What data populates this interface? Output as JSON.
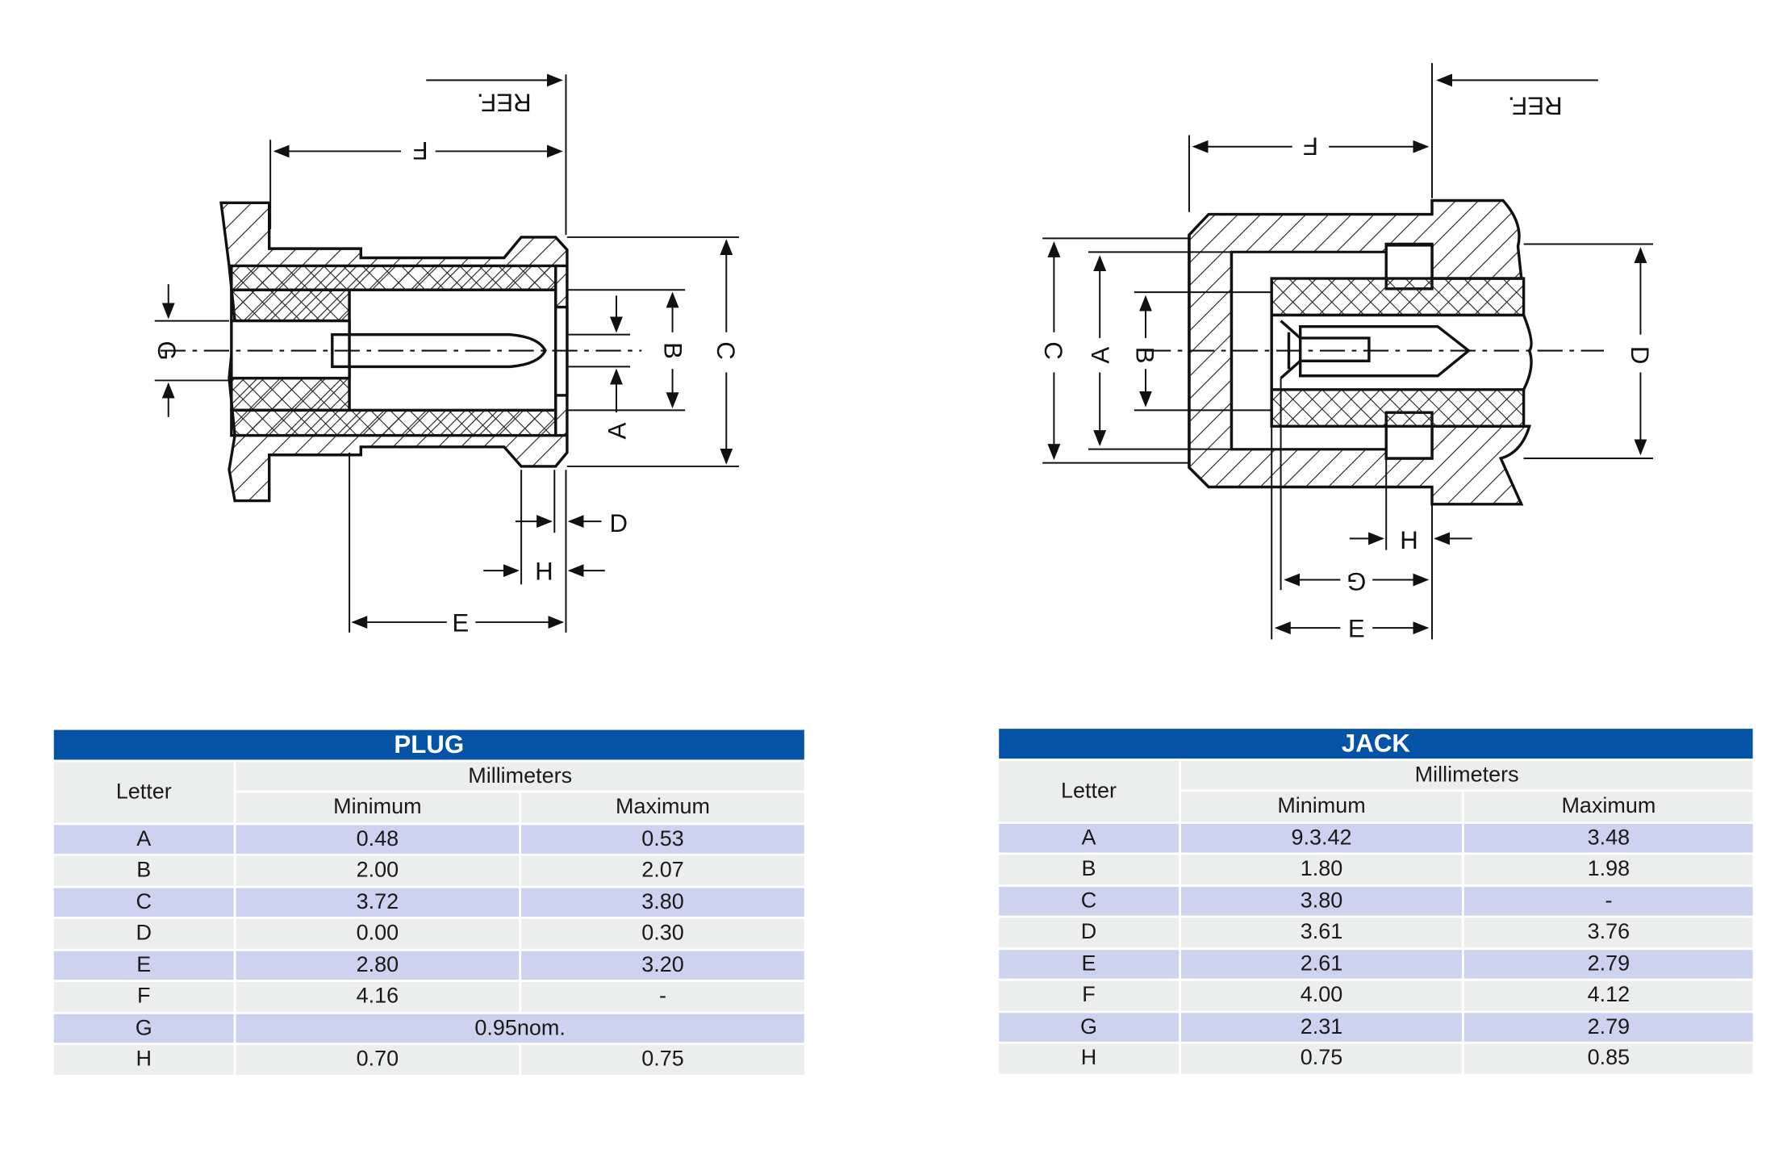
{
  "plug_drawing": {
    "labels": {
      "ref": "REF.",
      "f": "F",
      "g": "G",
      "b": "B",
      "c": "C",
      "a": "A",
      "d": "D",
      "h": "H",
      "e": "E"
    }
  },
  "jack_drawing": {
    "labels": {
      "ref": "REF.",
      "f": "F",
      "c": "C",
      "a": "A",
      "b": "B",
      "d": "D",
      "h": "H",
      "g": "G",
      "e": "E"
    }
  },
  "plug_table": {
    "title": "PLUG",
    "headers": {
      "letter": "Letter",
      "units": "Millimeters",
      "min": "Minimum",
      "max": "Maximum"
    },
    "rows": [
      {
        "letter": "A",
        "min": "0.48",
        "max": "0.53"
      },
      {
        "letter": "B",
        "min": "2.00",
        "max": "2.07"
      },
      {
        "letter": "C",
        "min": "3.72",
        "max": "3.80"
      },
      {
        "letter": "D",
        "min": "0.00",
        "max": "0.30"
      },
      {
        "letter": "E",
        "min": "2.80",
        "max": "3.20"
      },
      {
        "letter": "F",
        "min": "4.16",
        "max": "-"
      },
      {
        "letter": "G",
        "nominal": "0.95nom."
      },
      {
        "letter": "H",
        "min": "0.70",
        "max": "0.75"
      }
    ]
  },
  "jack_table": {
    "title": "JACK",
    "headers": {
      "letter": "Letter",
      "units": "Millimeters",
      "min": "Minimum",
      "max": "Maximum"
    },
    "rows": [
      {
        "letter": "A",
        "min": "9.3.42",
        "max": "3.48"
      },
      {
        "letter": "B",
        "min": "1.80",
        "max": "1.98"
      },
      {
        "letter": "C",
        "min": "3.80",
        "max": "-"
      },
      {
        "letter": "D",
        "min": "3.61",
        "max": "3.76"
      },
      {
        "letter": "E",
        "min": "2.61",
        "max": "2.79"
      },
      {
        "letter": "F",
        "min": "4.00",
        "max": "4.12"
      },
      {
        "letter": "G",
        "min": "2.31",
        "max": "2.79"
      },
      {
        "letter": "H",
        "min": "0.75",
        "max": "0.85"
      }
    ]
  }
}
